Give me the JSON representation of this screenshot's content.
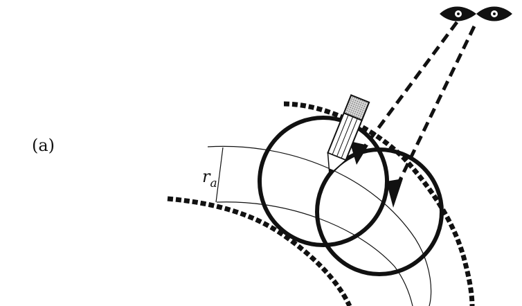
{
  "figure": {
    "panel_label": "(a)",
    "radius_symbol": "r",
    "radius_subscript": "a"
  },
  "colors": {
    "ink": "#111111",
    "pencil_eraser": "#bdbdbd",
    "background": "#ffffff"
  }
}
